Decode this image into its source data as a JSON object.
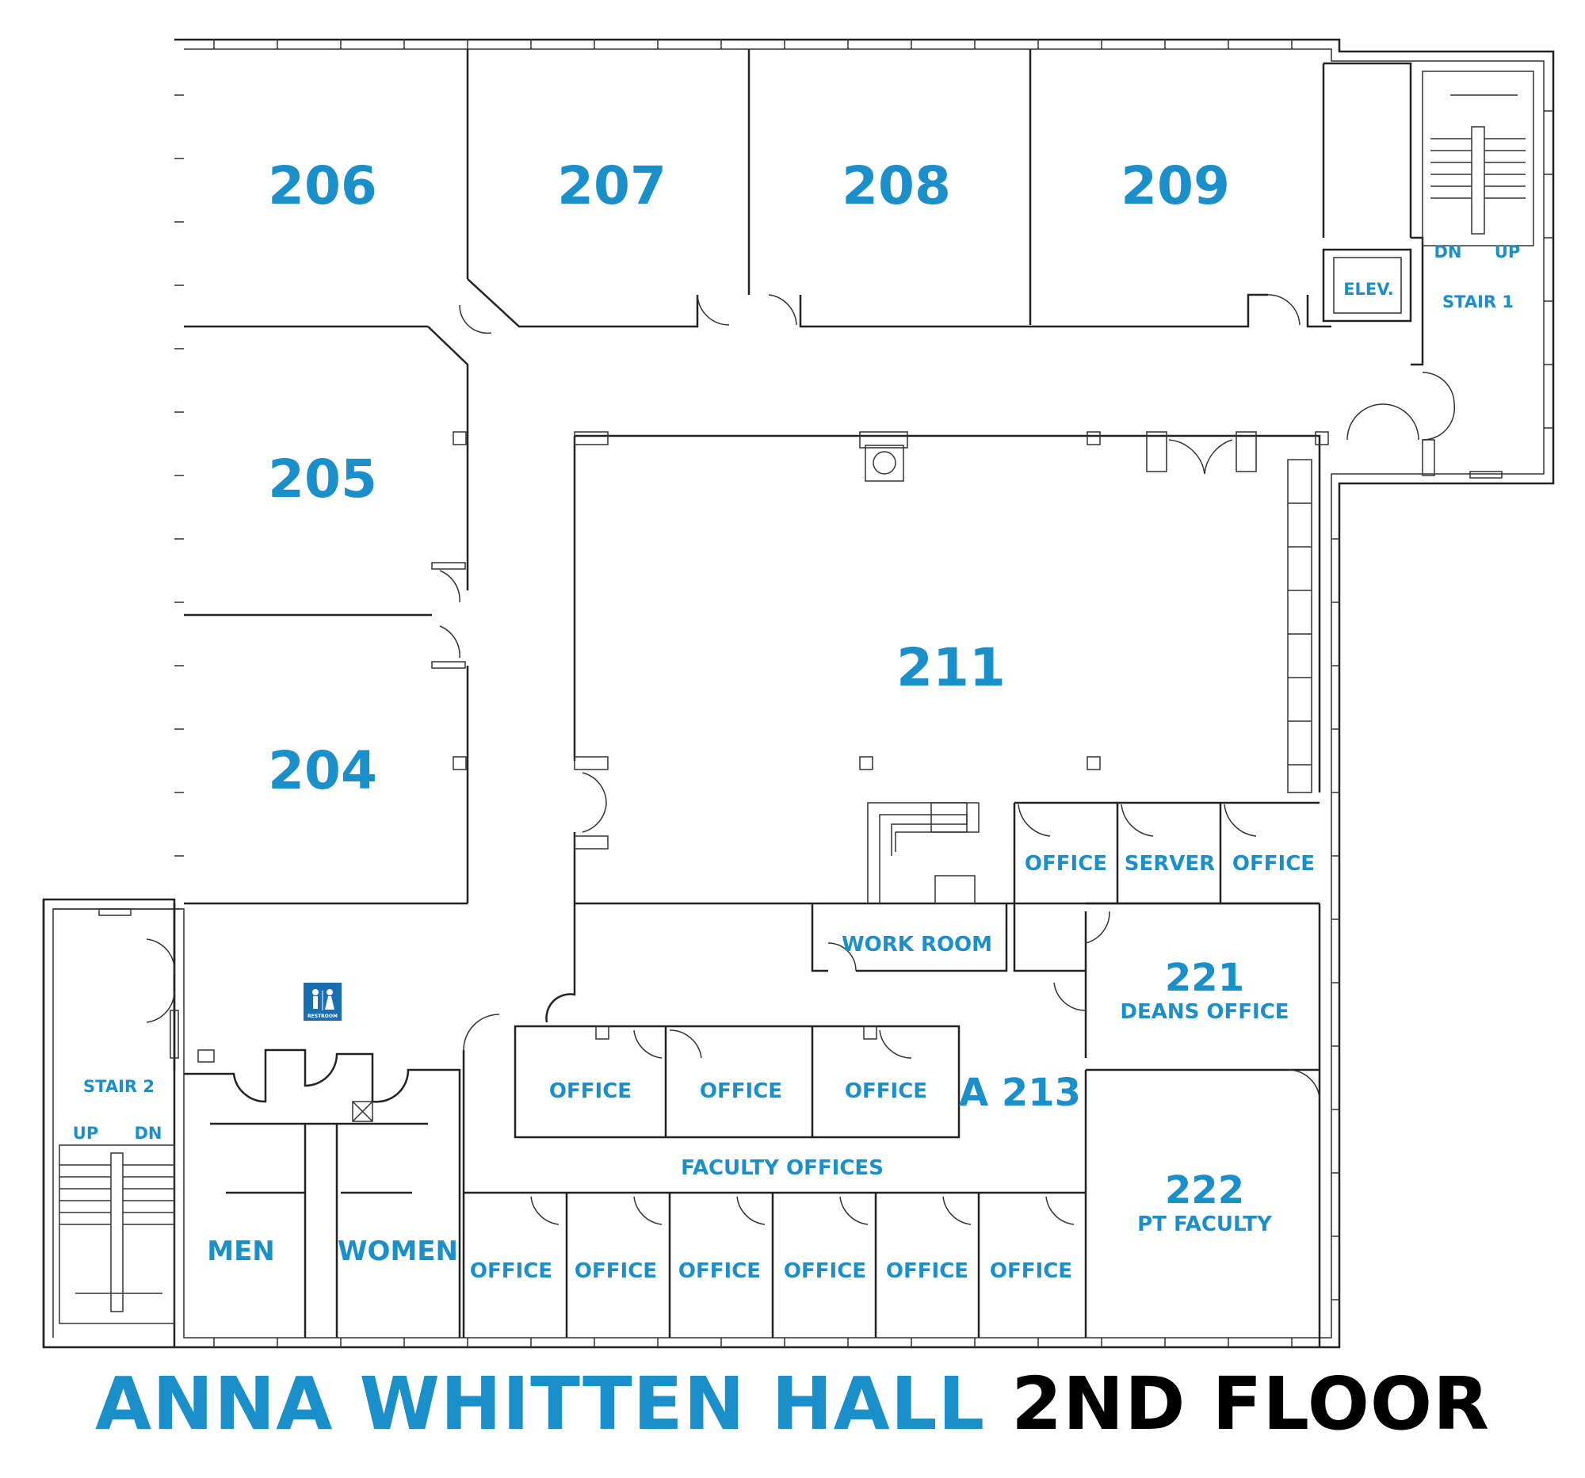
{
  "title": {
    "building": "ANNA WHITTEN HALL",
    "floor": "2ND FLOOR"
  },
  "colors": {
    "label": "#1a8fc9",
    "walls": "#222222",
    "title_floor": "#000000"
  },
  "rooms": {
    "r206": "206",
    "r207": "207",
    "r208": "208",
    "r209": "209",
    "r205": "205",
    "r204": "204",
    "r211": "211",
    "r221": "221",
    "r221_sub": "DEANS OFFICE",
    "r222": "222",
    "r222_sub": "PT FACULTY",
    "a213": "A 213",
    "elev": "ELEV.",
    "stair1": "STAIR 1",
    "stair2": "STAIR 2",
    "dn1": "DN",
    "up1": "UP",
    "up2": "UP",
    "dn2": "DN",
    "office_label": "OFFICE",
    "server": "SERVER",
    "work_room": "WORK ROOM",
    "faculty_offices": "FACULTY OFFICES",
    "men": "MEN",
    "women": "WOMEN",
    "restroom": "RESTROOM"
  },
  "icons": {
    "restroom_sign": "restroom-icon",
    "elevator": "elevator-icon",
    "column": "column-icon"
  }
}
